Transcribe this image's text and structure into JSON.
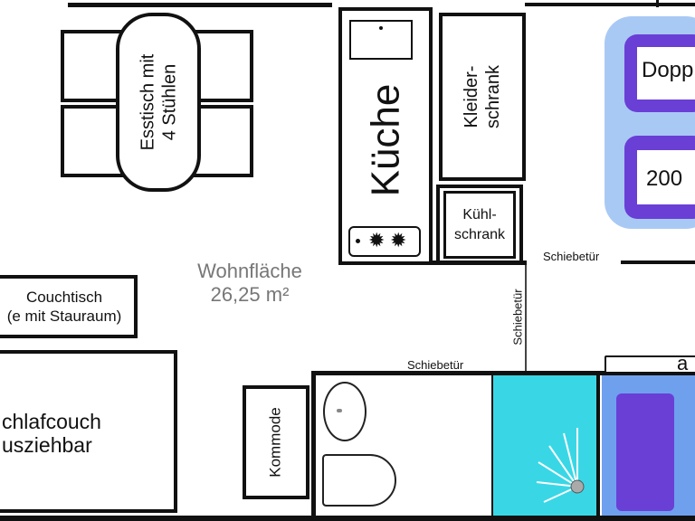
{
  "floorplan": {
    "living_area": {
      "name": "Wohnfläche",
      "size": "26,25 m²"
    },
    "dining": {
      "label": "Esstisch mit\n4 Stühlen"
    },
    "kitchen": {
      "label": "Küche"
    },
    "wardrobe": {
      "label": "Kleider-\nschrank"
    },
    "fridge": {
      "label": "Kühl-\nschrank"
    },
    "sliding_door_1": {
      "label": "Schiebetür"
    },
    "sliding_door_2": {
      "label": "Schiebetür"
    },
    "sliding_door_3": {
      "label": "Schiebetür"
    },
    "coffee_table": {
      "label": "Couchtisch\n(e mit Stauraum)"
    },
    "sofa_bed": {
      "label": "chlafcouch\nusziehbar"
    },
    "dresser": {
      "label": "Kommode"
    },
    "bed": {
      "label_top": "Dopp",
      "label_bottom": "200"
    },
    "partial_label": "a",
    "colors": {
      "bed_fill": "#6a3fd6",
      "bed_halo": "#a9c9f5",
      "shower": "#39d7e6",
      "bath_blue": "#6fa0ee",
      "wall": "#111111"
    }
  }
}
